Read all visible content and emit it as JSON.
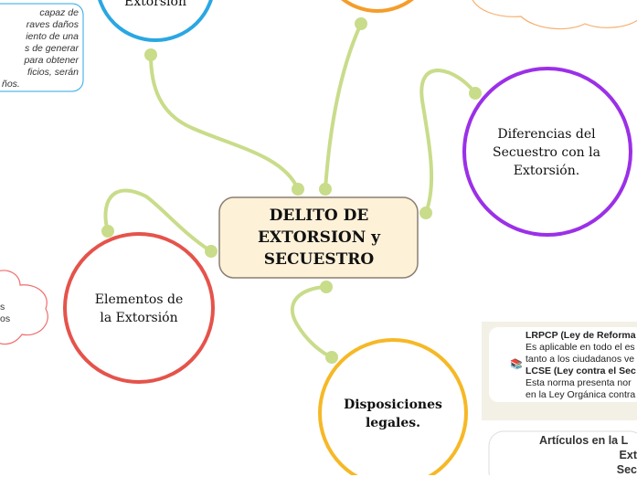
{
  "central": {
    "title": "DELITO DE EXTORSION y SECUESTRO"
  },
  "nodes": {
    "top_left_partial": "Extorsión",
    "right": "Diferencias del Secuestro con la Extorsión.",
    "left": "Elementos de la Extorsión",
    "bottom": "Disposiciones legales."
  },
  "top_left_note": {
    "lines": [
      "capaz de",
      "raves daños",
      "iento de una",
      "s de generar",
      "para obtener",
      "ficios, serán",
      "ños."
    ]
  },
  "left_cloud": {
    "lines": [
      "s",
      "os"
    ]
  },
  "laws_panel": {
    "icon": "books-icon",
    "law1_title": "LRPCP (Ley de Reforma",
    "law1_line1": "Es aplicable en todo el es",
    "law1_line2": "tanto a los ciudadanos ve",
    "law2_title": "LCSE (Ley contra el Sec",
    "law2_line1": "Esta norma presenta nor",
    "law2_line2": "en la Ley Orgánica contra"
  },
  "articles_panel": {
    "lines": [
      "Artículos en la L",
      "Ext",
      "Sec"
    ]
  },
  "colors": {
    "connector": "#c9dc8a",
    "central_fill": "#fdf1d8",
    "central_border": "#8a7f72",
    "circle_blue": "#2aa7e2",
    "circle_purple": "#9b30e8",
    "circle_red": "#e5534b",
    "circle_yellow": "#f6b826",
    "circle_orange": "#f59d2a",
    "cloud_orange": "#f6b070",
    "cloud_red": "#ef6c6c",
    "note_border": "#2aa7e2",
    "panel_bg": "#f3f0e6"
  }
}
